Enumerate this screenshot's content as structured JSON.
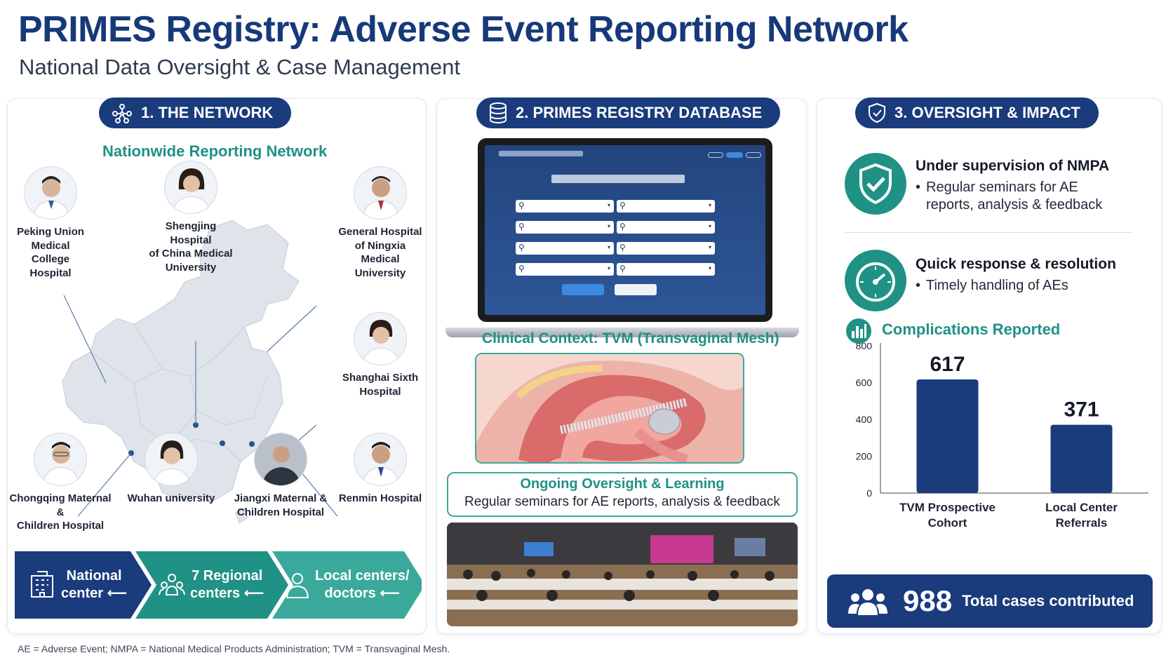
{
  "header": {
    "title": "PRIMES Registry: Adverse Event Reporting Network",
    "subtitle": "National Data Oversight & Case Management"
  },
  "footnote": "AE = Adverse Event; NMPA = National Medical Products Administration; TVM = Transvaginal Mesh.",
  "network": {
    "heading": "1. THE NETWORK",
    "subheading": "Nationwide Reporting Network",
    "hospitals": [
      {
        "line1": "Peking Union",
        "line2": "Medical College",
        "line3": "Hospital"
      },
      {
        "line1": "Shengjing Hospital",
        "line2": "of China Medical",
        "line3": "University"
      },
      {
        "line1": "General Hospital",
        "line2": "of Ningxia Medical",
        "line3": "University"
      },
      {
        "line1": "Shanghai Sixth",
        "line2": "Hospital"
      },
      {
        "line1": "Chongqing Maternal &",
        "line2": "Children Hospital"
      },
      {
        "line1": "Wuhan university"
      },
      {
        "line1": "Jiangxi Maternal &",
        "line2": "Children Hospital"
      },
      {
        "line1": "Renmin Hospital"
      }
    ],
    "flow": [
      {
        "line1": "National",
        "line2": "center"
      },
      {
        "line1": "7 Regional",
        "line2": "centers"
      },
      {
        "line1": "Local centers/",
        "line2": "doctors"
      }
    ]
  },
  "database": {
    "heading": "2. PRIMES REGISTRY DATABASE",
    "context_heading": "Clinical Context: TVM (Transvaginal Mesh)",
    "ongoing_title": "Ongoing Oversight & Learning",
    "ongoing_text": "Regular seminars for AE reports, analysis & feedback"
  },
  "oversight": {
    "heading": "3. OVERSIGHT & IMPACT",
    "items": [
      {
        "title": "Under supervision of NMPA",
        "bullet": "Regular seminars for AE reports, analysis & feedback"
      },
      {
        "title": "Quick response & resolution",
        "bullet": "Timely handling of AEs"
      }
    ],
    "chart_heading": "Complications Reported",
    "total_value": "988",
    "total_label": "Total cases contributed"
  },
  "chart_data": {
    "type": "bar",
    "categories": [
      "TVM Prospective Cohort",
      "Local Center Referrals"
    ],
    "values": [
      617,
      371
    ],
    "title": "Complications Reported",
    "xlabel": "",
    "ylabel": "",
    "ylim": [
      0,
      800
    ],
    "yticks": [
      0,
      200,
      400,
      600,
      800
    ],
    "grid": false,
    "colors": {
      "bar": "#1a3b7c"
    }
  },
  "colors": {
    "navy": "#1a3b7c",
    "teal": "#1f9185",
    "teal_light": "#3aa99c"
  }
}
